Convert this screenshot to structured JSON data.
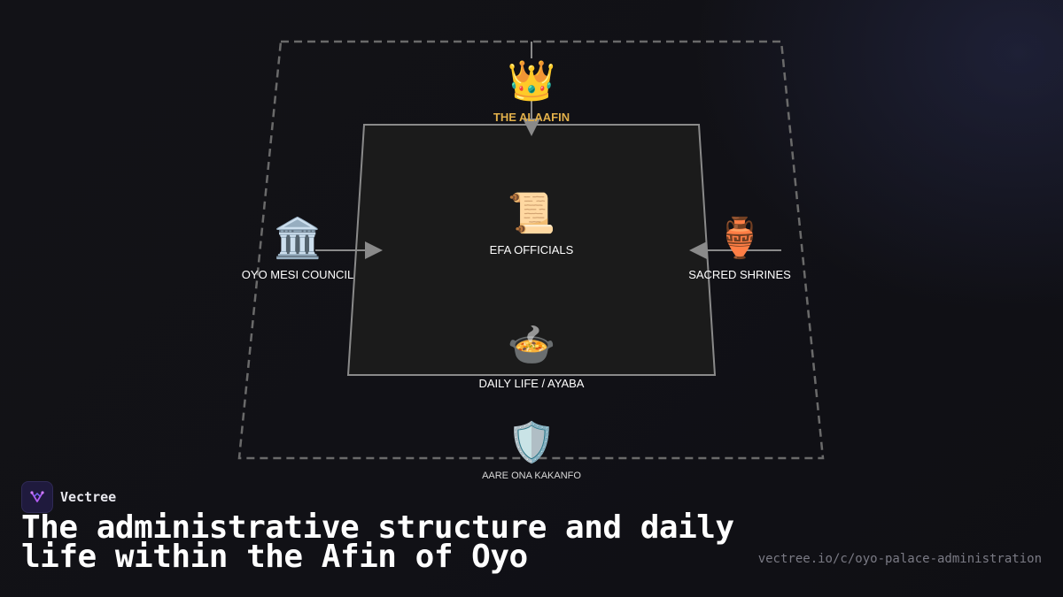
{
  "diagram": {
    "nodes": {
      "alaafin": {
        "label": "THE ALAAFIN",
        "icon": "crown-icon",
        "glyph": "👑"
      },
      "efa": {
        "label": "EFA OFFICIALS",
        "icon": "scroll-icon",
        "glyph": "📜"
      },
      "oyo_mesi": {
        "label": "OYO MESI COUNCIL",
        "icon": "classical-building-icon",
        "glyph": "🏛️"
      },
      "shrines": {
        "label": "SACRED SHRINES",
        "icon": "amphora-icon",
        "glyph": "🏺"
      },
      "daily_life": {
        "label": "DAILY LIFE / AYABA",
        "icon": "pot-of-food-icon",
        "glyph": "🍲"
      },
      "kakanfo": {
        "label": "AARE ONA KAKANFO",
        "icon": "shield-icon",
        "glyph": "🛡️"
      }
    },
    "colors": {
      "alaafin_label": "#e2b04a",
      "inner_fill": "#1b1b1b",
      "inner_stroke": "#8a8a8a",
      "outer_dash": "#6a6a6a",
      "arrow": "#8a8a8a"
    }
  },
  "brand": {
    "name": "Vectree"
  },
  "headline": "The administrative structure and daily life within the Afin of Oyo",
  "source_url": "vectree.io/c/oyo-palace-administration"
}
